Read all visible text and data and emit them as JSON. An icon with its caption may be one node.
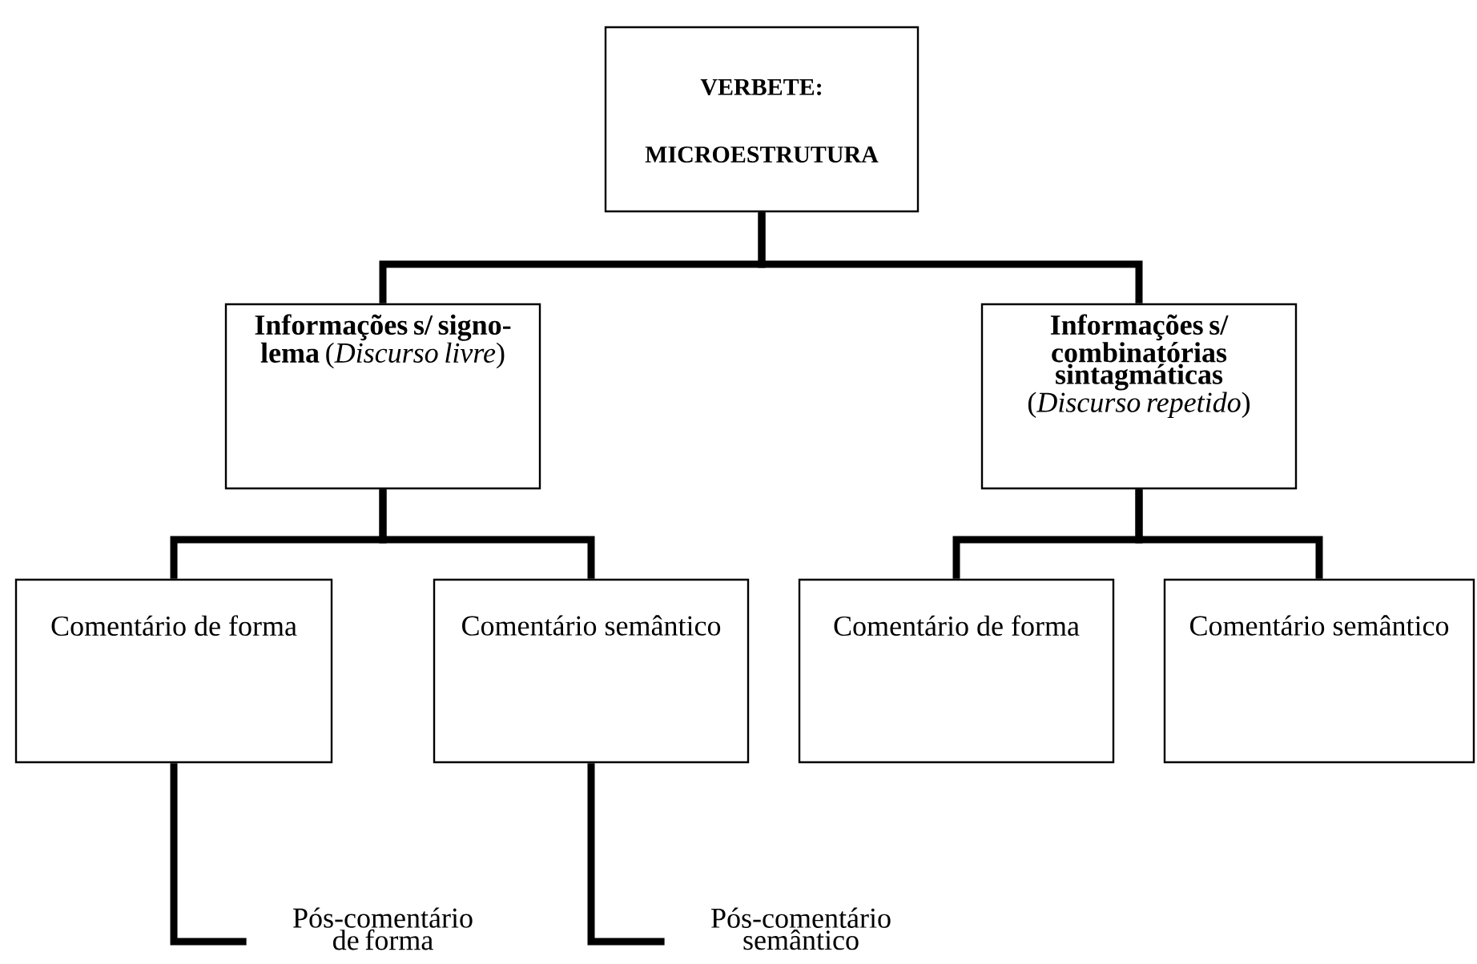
{
  "diagram": {
    "nodes": [
      {
        "text": [
          "VERBETE:",
          "MICROESTRUTURA"
        ]
      },
      {
        "text": [
          "**Informações s/ signo-lema** (*Discurso livre*)"
        ]
      },
      {
        "text": [
          "**Informações s/ combinatórias sintagmáticas** (*Discurso repetido*)"
        ]
      },
      {
        "text": [
          "Comentário de forma"
        ]
      },
      {
        "text": [
          "Comentário semântico"
        ]
      },
      {
        "text": [
          "Comentário de forma"
        ]
      },
      {
        "text": [
          "Comentário semântico"
        ]
      },
      {
        "text": [
          "Pós-comentário de forma"
        ]
      },
      {
        "text": [
          "Pós-comentário semântico"
        ]
      }
    ],
    "edges": [
      {
        "from": 0,
        "to": 1,
        "arrow": "none"
      },
      {
        "from": 0,
        "to": 2,
        "arrow": "none"
      },
      {
        "from": 1,
        "to": 3,
        "arrow": "none"
      },
      {
        "from": 1,
        "to": 4,
        "arrow": "none"
      },
      {
        "from": 2,
        "to": 5,
        "arrow": "none"
      },
      {
        "from": 2,
        "to": 6,
        "arrow": "none"
      },
      {
        "from": 3,
        "to": 7,
        "arrow": "none"
      },
      {
        "from": 4,
        "to": 8,
        "arrow": "none"
      }
    ]
  }
}
